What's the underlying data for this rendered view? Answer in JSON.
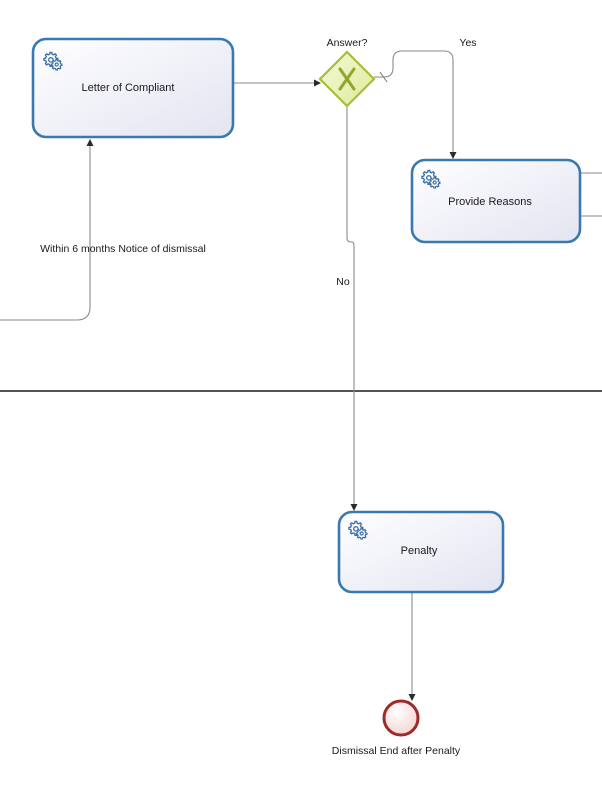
{
  "diagram": {
    "tasks": {
      "letter_of_compliant": {
        "label": "Letter of Compliant",
        "icon": "gears-icon"
      },
      "provide_reasons": {
        "label": "Provide Reasons",
        "icon": "gears-icon"
      },
      "penalty": {
        "label": "Penalty",
        "icon": "gears-icon"
      }
    },
    "gateway": {
      "label": "Answer?",
      "type": "exclusive"
    },
    "flows": {
      "yes": "Yes",
      "no": "No",
      "within_6_months": "Within 6 months Notice of dismissal"
    },
    "end_event": {
      "label": "Dismissal End after Penalty"
    },
    "colors": {
      "task_border": "#3a78b0",
      "task_fill_start": "#ffffff",
      "task_fill_end": "#e4e6f2",
      "gateway_fill": "#e8f0b0",
      "gateway_border": "#a9bd3a",
      "gateway_mark": "#8fa82c",
      "end_border": "#9e2a2a",
      "end_fill": "#fbe4e4",
      "flow_line": "#8a8a8a",
      "lane_divider": "#1a1a1a"
    }
  }
}
